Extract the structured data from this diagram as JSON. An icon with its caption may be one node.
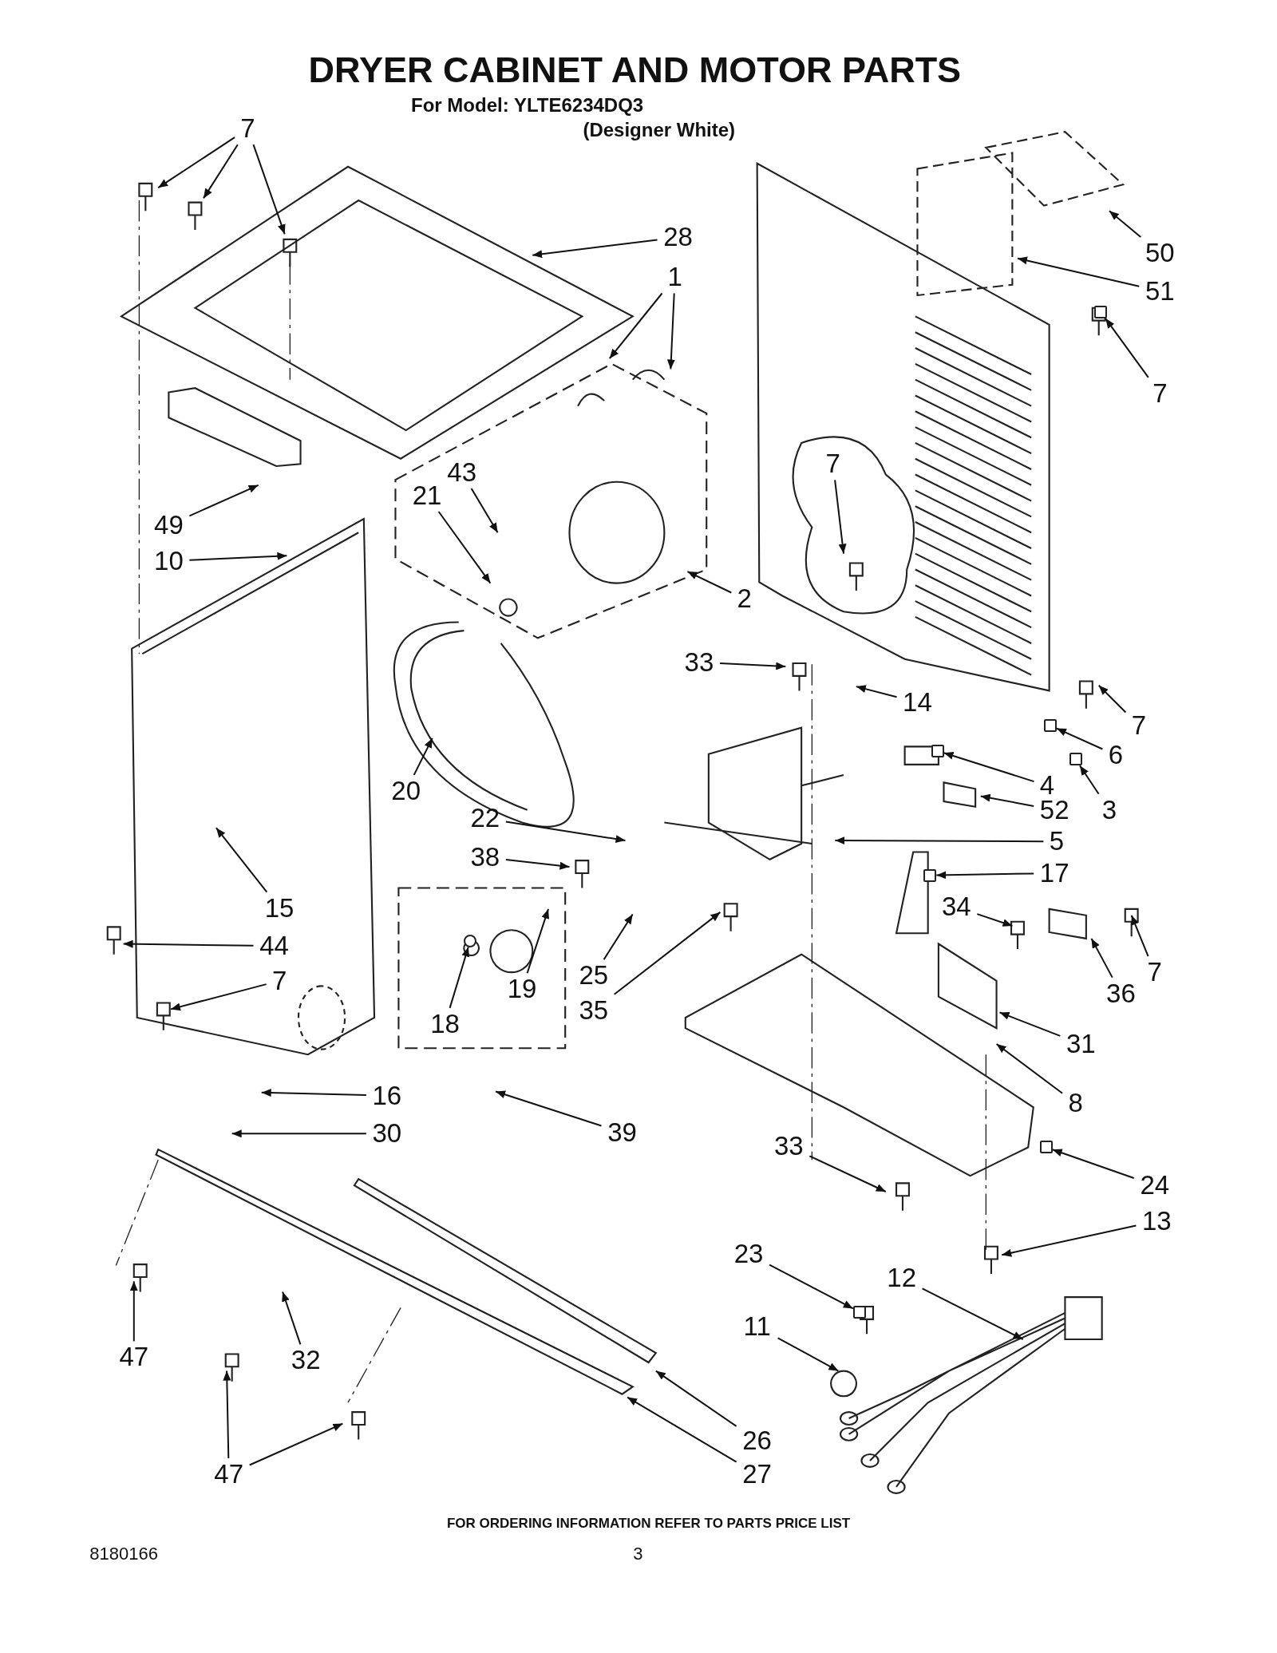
{
  "diagram": {
    "title": "DRYER CABINET AND MOTOR PARTS",
    "nodes": [
      {
        "text": [
          "7"
        ]
      },
      {
        "text": [
          "28"
        ]
      },
      {
        "text": [
          "1"
        ]
      },
      {
        "text": [
          "50"
        ]
      },
      {
        "text": [
          "51"
        ]
      },
      {
        "text": [
          "7"
        ]
      },
      {
        "text": [
          "43"
        ]
      },
      {
        "text": [
          "21"
        ]
      },
      {
        "text": [
          "7"
        ]
      },
      {
        "text": [
          "49"
        ]
      },
      {
        "text": [
          "10"
        ]
      },
      {
        "text": [
          "2"
        ]
      },
      {
        "text": [
          "33"
        ]
      },
      {
        "text": [
          "14"
        ]
      },
      {
        "text": [
          "7"
        ]
      },
      {
        "text": [
          "6"
        ]
      },
      {
        "text": [
          "20"
        ]
      },
      {
        "text": [
          "4"
        ]
      },
      {
        "text": [
          "52"
        ]
      },
      {
        "text": [
          "3"
        ]
      },
      {
        "text": [
          "22"
        ]
      },
      {
        "text": [
          "5"
        ]
      },
      {
        "text": [
          "38"
        ]
      },
      {
        "text": [
          "17"
        ]
      },
      {
        "text": [
          "15"
        ]
      },
      {
        "text": [
          "34"
        ]
      },
      {
        "text": [
          "7"
        ]
      },
      {
        "text": [
          "44"
        ]
      },
      {
        "text": [
          "19"
        ]
      },
      {
        "text": [
          "25"
        ]
      },
      {
        "text": [
          "35"
        ]
      },
      {
        "text": [
          "36"
        ]
      },
      {
        "text": [
          "7"
        ]
      },
      {
        "text": [
          "18"
        ]
      },
      {
        "text": [
          "31"
        ]
      },
      {
        "text": [
          "8"
        ]
      },
      {
        "text": [
          "16"
        ]
      },
      {
        "text": [
          "30"
        ]
      },
      {
        "text": [
          "39"
        ]
      },
      {
        "text": [
          "33"
        ]
      },
      {
        "text": [
          "24"
        ]
      },
      {
        "text": [
          "13"
        ]
      },
      {
        "text": [
          "23"
        ]
      },
      {
        "text": [
          "12"
        ]
      },
      {
        "text": [
          "11"
        ]
      },
      {
        "text": [
          "47"
        ]
      },
      {
        "text": [
          "32"
        ]
      },
      {
        "text": [
          "26"
        ]
      },
      {
        "text": [
          "47"
        ]
      },
      {
        "text": [
          "27"
        ]
      },
      {
        "text": [],
        "shape": "box"
      },
      {
        "text": [],
        "shape": "box"
      },
      {
        "text": [],
        "shape": "box"
      },
      {
        "text": [],
        "shape": "box"
      },
      {
        "text": [],
        "shape": "box"
      },
      {
        "text": [],
        "shape": "circle"
      },
      {
        "text": [],
        "shape": "box"
      },
      {
        "text": [],
        "shape": "box"
      }
    ],
    "edges": [
      {
        "from": 0,
        "to": null,
        "arrow": "to"
      },
      {
        "from": 0,
        "to": null,
        "arrow": "to"
      },
      {
        "from": 0,
        "to": null,
        "arrow": "to"
      },
      {
        "from": 1,
        "to": null,
        "arrow": "to"
      },
      {
        "from": 2,
        "to": null,
        "arrow": "to"
      },
      {
        "from": 2,
        "to": null,
        "arrow": "to"
      },
      {
        "from": 3,
        "to": null,
        "arrow": "to"
      },
      {
        "from": 4,
        "to": null,
        "arrow": "to"
      },
      {
        "from": 5,
        "to": 50,
        "arrow": "to"
      },
      {
        "from": 6,
        "to": null,
        "arrow": "to"
      },
      {
        "from": 7,
        "to": null,
        "arrow": "to"
      },
      {
        "from": 8,
        "to": null,
        "arrow": "to"
      },
      {
        "from": 9,
        "to": null,
        "arrow": "to"
      },
      {
        "from": 10,
        "to": null,
        "arrow": "to"
      },
      {
        "from": 11,
        "to": null,
        "arrow": "to"
      },
      {
        "from": 12,
        "to": null,
        "arrow": "to"
      },
      {
        "from": 13,
        "to": null,
        "arrow": "to"
      },
      {
        "from": 14,
        "to": null,
        "arrow": "to"
      },
      {
        "from": 15,
        "to": 51,
        "arrow": "to"
      },
      {
        "from": 16,
        "to": null,
        "arrow": "to"
      },
      {
        "from": 17,
        "to": 52,
        "arrow": "to"
      },
      {
        "from": 18,
        "to": null,
        "arrow": "to"
      },
      {
        "from": 19,
        "to": 53,
        "arrow": "to"
      },
      {
        "from": 20,
        "to": null,
        "arrow": "to"
      },
      {
        "from": 21,
        "to": null,
        "arrow": "to"
      },
      {
        "from": 22,
        "to": null,
        "arrow": "to"
      },
      {
        "from": 23,
        "to": 54,
        "arrow": "to"
      },
      {
        "from": 24,
        "to": null,
        "arrow": "to"
      },
      {
        "from": 25,
        "to": null,
        "arrow": "to"
      },
      {
        "from": 26,
        "to": null,
        "arrow": "to"
      },
      {
        "from": 27,
        "to": null,
        "arrow": "to"
      },
      {
        "from": 28,
        "to": null,
        "arrow": "to"
      },
      {
        "from": 29,
        "to": null,
        "arrow": "to"
      },
      {
        "from": 30,
        "to": null,
        "arrow": "to"
      },
      {
        "from": 31,
        "to": null,
        "arrow": "to"
      },
      {
        "from": 32,
        "to": null,
        "arrow": "to"
      },
      {
        "from": 33,
        "to": 55,
        "arrow": "to"
      },
      {
        "from": 34,
        "to": null,
        "arrow": "to"
      },
      {
        "from": 35,
        "to": null,
        "arrow": "to"
      },
      {
        "from": 36,
        "to": null,
        "arrow": "to"
      },
      {
        "from": 37,
        "to": null,
        "arrow": "to"
      },
      {
        "from": 38,
        "to": null,
        "arrow": "to"
      },
      {
        "from": 39,
        "to": null,
        "arrow": "to"
      },
      {
        "from": 40,
        "to": 56,
        "arrow": "to"
      },
      {
        "from": 41,
        "to": null,
        "arrow": "to"
      },
      {
        "from": 42,
        "to": 57,
        "arrow": "to"
      },
      {
        "from": 43,
        "to": null,
        "arrow": "to"
      },
      {
        "from": 44,
        "to": null,
        "arrow": "to"
      },
      {
        "from": 45,
        "to": null,
        "arrow": "to"
      },
      {
        "from": 46,
        "to": null,
        "arrow": "to"
      },
      {
        "from": 47,
        "to": null,
        "arrow": "to"
      },
      {
        "from": 48,
        "to": null,
        "arrow": "to"
      },
      {
        "from": 48,
        "to": null,
        "arrow": "to"
      },
      {
        "from": 49,
        "to": null,
        "arrow": "to"
      }
    ],
    "labels": [
      "For Model: YLTE6234DQ3",
      "(Designer White)",
      "FOR ORDERING INFORMATION REFER TO PARTS PRICE LIST",
      "8180166",
      "3"
    ]
  }
}
